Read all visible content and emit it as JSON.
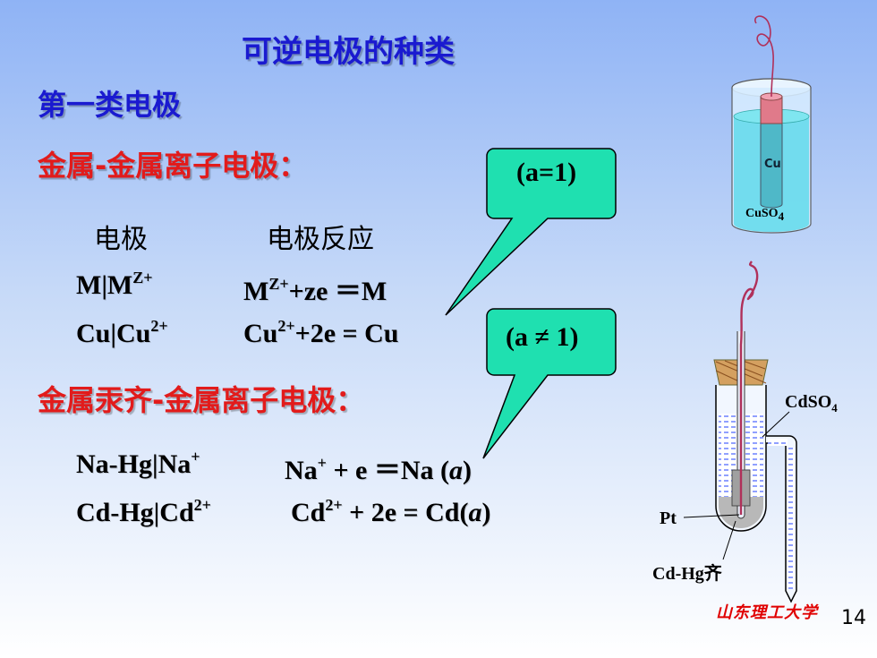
{
  "slide": {
    "title": "可逆电极的种类",
    "heading1": "第一类电极",
    "heading2": "金属-金属离子电极：",
    "columns": {
      "electrode": "电极",
      "reaction": "电极反应"
    },
    "row1": {
      "electrode_base": "M|M",
      "electrode_sup": "Z+",
      "reaction_base": "M",
      "reaction_sup": "Z+",
      "reaction_rest": "+ze ＝M"
    },
    "row2": {
      "electrode_base": "Cu|Cu",
      "electrode_sup": "2+",
      "reaction_base": "Cu",
      "reaction_sup": "2+",
      "reaction_rest": "+2e = Cu"
    },
    "heading3": "金属汞齐-金属离子电极：",
    "row3": {
      "electrode_base": "Na-Hg|Na",
      "electrode_sup": "+",
      "reaction_base": "Na",
      "reaction_sup": "+",
      "reaction_rest": " + e ＝Na (",
      "reaction_italic": "a",
      "reaction_end": ")"
    },
    "row4": {
      "electrode_base": "Cd-Hg|Cd",
      "electrode_sup": "2+",
      "reaction_base": "Cd",
      "reaction_sup": "2+",
      "reaction_rest": " + 2e = Cd(",
      "reaction_italic": "a",
      "reaction_end": ")"
    },
    "callout1": "(a=1)",
    "callout2": "(a ≠ 1)",
    "beaker": {
      "electrode_label": "Cu",
      "solution_label": "CuSO",
      "solution_sub": "4"
    },
    "cell": {
      "solution_label": "CdSO",
      "solution_sub": "4",
      "wire_label": "Pt",
      "amalgam_label": "Cd-Hg齐"
    },
    "footer": {
      "school": "山东理工大学",
      "page_number": "14"
    }
  },
  "colors": {
    "title": "#1a1ad0",
    "accent_red": "#e21b1b",
    "callout_fill": "#1fe0b0"
  }
}
